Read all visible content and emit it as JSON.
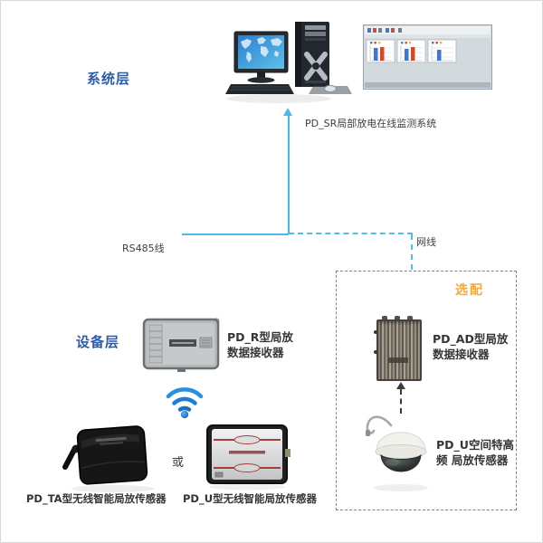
{
  "labels": {
    "system_layer": "系统层",
    "device_layer": "设备层",
    "system_caption": "PD_SR局部放电在线监测系统",
    "rs485": "RS485线",
    "ethernet": "网线",
    "optional": "选配",
    "or": "或"
  },
  "devices": {
    "pd_r_line1": "PD_R型局放",
    "pd_r_line2": "数据接收器",
    "pd_ta_label": "PD_TA型无线智能局放传感器",
    "pd_u_label": "PD_U型无线智能局放传感器",
    "pd_ad_line1": "PD_AD型局放",
    "pd_ad_line2": "数据接收器",
    "pd_u_uhf_line1": "PD_U空间特高",
    "pd_u_uhf_line2": "频 局放传感器"
  },
  "monitor_window": {
    "panels": 3,
    "panel_bars": [
      [
        "blue",
        "red"
      ],
      [
        "blue",
        "red"
      ],
      [
        "blue"
      ]
    ],
    "bar_blue": "#3f76d6",
    "bar_red": "#d44a28"
  },
  "colors": {
    "layer_blue": "#2d5ca8",
    "line_cyan": "#4cb8e8",
    "optional_orange": "#f2a93b",
    "text_dark": "#353535",
    "box_dash_gray": "#828282"
  },
  "icons": {
    "wifi": "wifi-icon",
    "computer": "desktop-computer-illustration",
    "software": "monitoring-software-window",
    "camera": "dome-camera-illustration"
  }
}
